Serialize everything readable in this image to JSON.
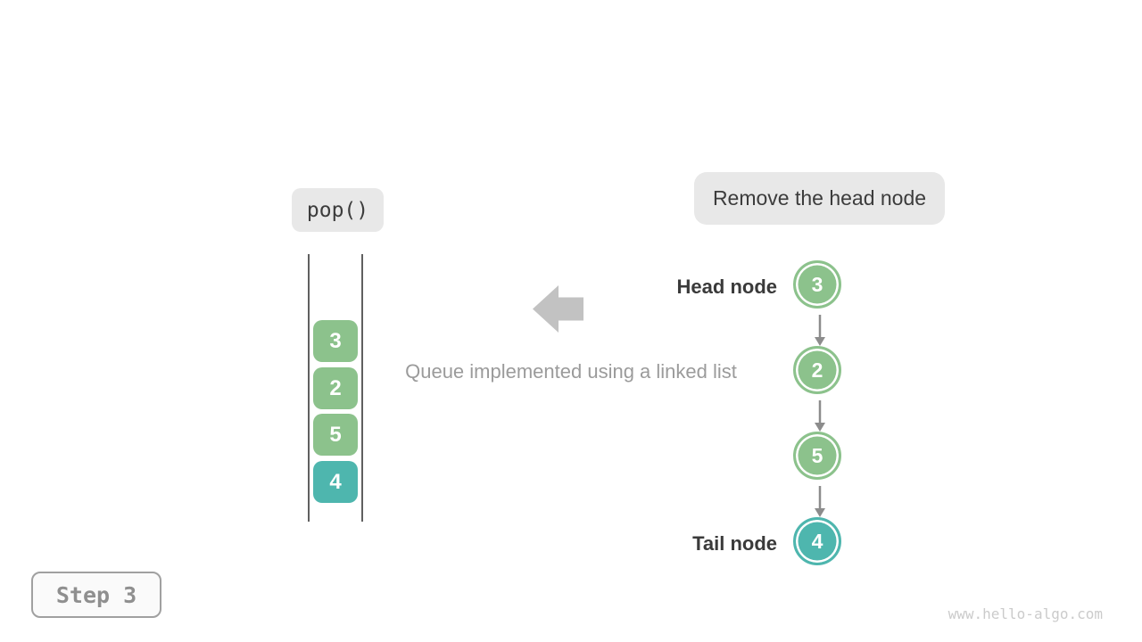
{
  "operation": {
    "label": "pop()"
  },
  "callout": {
    "label": "Remove the head node"
  },
  "caption": {
    "label": "Queue implemented using a linked list"
  },
  "stack": {
    "items": [
      {
        "value": "3",
        "color": "#8cc28c"
      },
      {
        "value": "2",
        "color": "#8cc28c"
      },
      {
        "value": "5",
        "color": "#8cc28c"
      },
      {
        "value": "4",
        "color": "#4eb6ae"
      }
    ]
  },
  "linked_list": {
    "head_label": "Head node",
    "tail_label": "Tail node",
    "nodes": [
      {
        "value": "3",
        "color": "#8cc28c"
      },
      {
        "value": "2",
        "color": "#8cc28c"
      },
      {
        "value": "5",
        "color": "#8cc28c"
      },
      {
        "value": "4",
        "color": "#4eb6ae"
      }
    ]
  },
  "step_badge": {
    "label": "Step 3"
  },
  "watermark": {
    "label": "www.hello-algo.com"
  },
  "colors": {
    "node_green": "#8cc28c",
    "node_teal": "#4eb6ae",
    "pill_background": "#e8e8e8",
    "arrow_gray": "#8c8c8c",
    "big_arrow_gray": "#c2c2c2"
  }
}
